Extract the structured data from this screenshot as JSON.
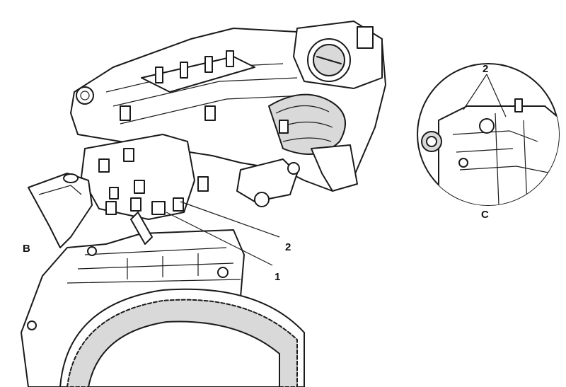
{
  "labels": {
    "view_b": "B",
    "view_c": "C",
    "callout_1": "1",
    "callout_2": "2",
    "inset_callout_2": "2"
  },
  "colors": {
    "ink": "#1a1a1a",
    "background": "#ffffff",
    "shade": "#d9d9d9"
  }
}
